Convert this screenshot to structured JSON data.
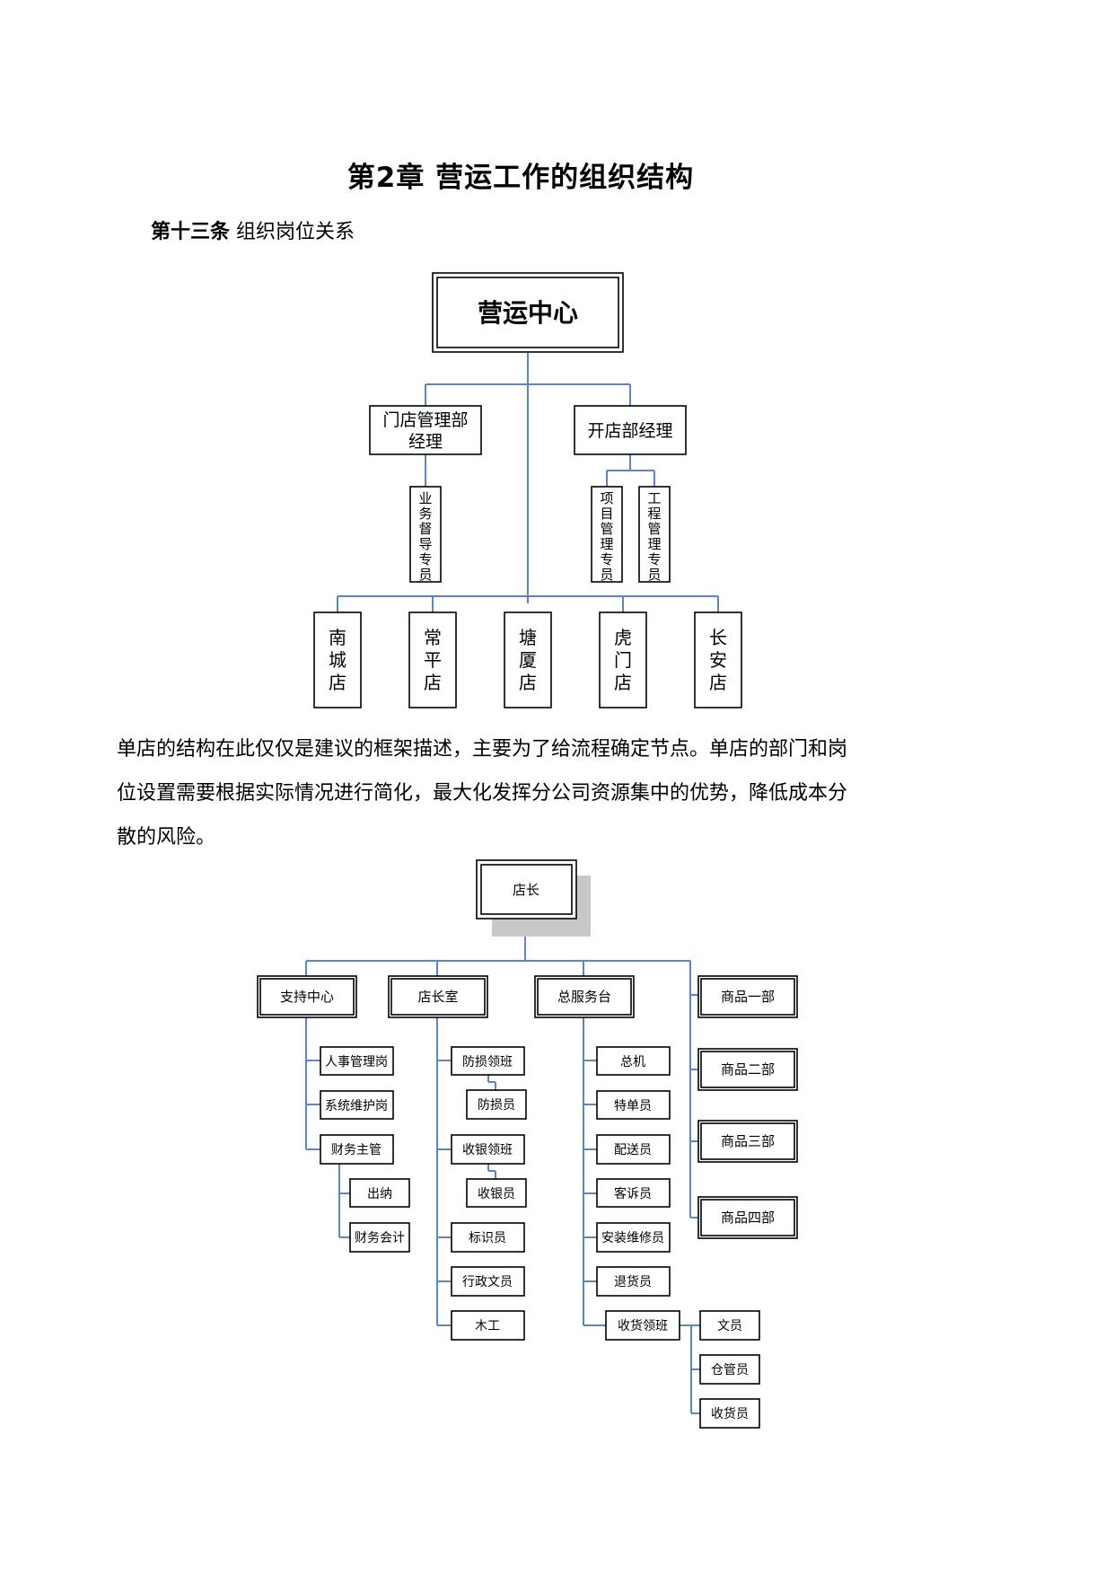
{
  "chapter_title": "第2章  营运工作的组织结构",
  "article": {
    "lead": "第十三条",
    "text": " 组织岗位关系"
  },
  "chart1": {
    "root": "营运中心",
    "managers": [
      "门店管理部",
      "经理",
      "开店部经理"
    ],
    "sub_left": [
      "业",
      "务",
      "督",
      "导",
      "专",
      "员"
    ],
    "sub_right_1": [
      "项",
      "目",
      "管",
      "理",
      "专",
      "员"
    ],
    "sub_right_2": [
      "工",
      "程",
      "管",
      "理",
      "专",
      "员"
    ],
    "stores": [
      [
        "南",
        "城",
        "店"
      ],
      [
        "常",
        "平",
        "店"
      ],
      [
        "塘",
        "厦",
        "店"
      ],
      [
        "虎",
        "门",
        "店"
      ],
      [
        "长",
        "安",
        "店"
      ]
    ]
  },
  "paragraph": [
    "单店的结构在此仅仅是建议的框架描述，主要为了给流程确定节点。单店的部门和岗",
    "位设置需要根据实际情况进行简化，最大化发挥分公司资源集中的优势，降低成本分",
    "散的风险。"
  ],
  "chart2": {
    "root": "店长",
    "departments": [
      "支持中心",
      "店长室",
      "总服务台"
    ],
    "products": [
      "商品一部",
      "商品二部",
      "商品三部",
      "商品四部"
    ],
    "support": [
      "人事管理岗",
      "系统维护岗",
      "财务主管"
    ],
    "finance": [
      "出纳",
      "财务会计"
    ],
    "office": [
      "防损领班",
      "防损员",
      "收银领班",
      "收银员",
      "标识员",
      "行政文员",
      "木工"
    ],
    "service": [
      "总机",
      "特单员",
      "配送员",
      "客诉员",
      "安装维修员",
      "退货员",
      "收货领班"
    ],
    "receiving": [
      "文员",
      "仓管员",
      "收货员"
    ]
  }
}
